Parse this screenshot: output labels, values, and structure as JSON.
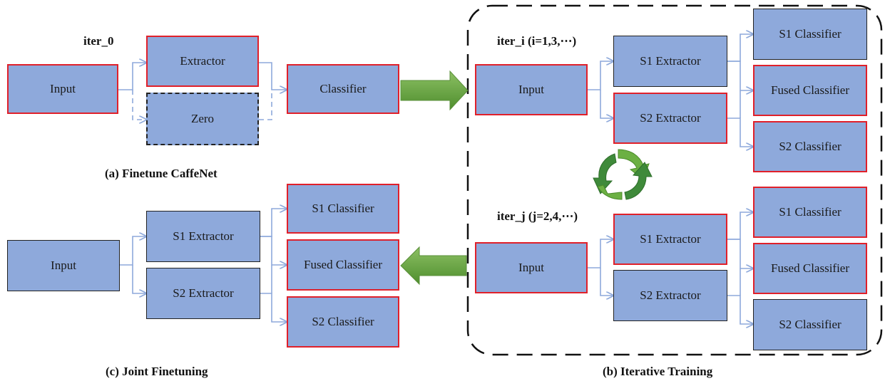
{
  "panel_a": {
    "iter_label": "iter_0",
    "caption": "(a) Finetune CaffeNet",
    "input": "Input",
    "extractor": "Extractor",
    "zero": "Zero",
    "classifier": "Classifier"
  },
  "panel_b": {
    "caption": "(b) Iterative Training",
    "iter_i": {
      "label": "iter_i (i=1,3,⋯)",
      "input": "Input",
      "s1_extractor": "S1 Extractor",
      "s2_extractor": "S2 Extractor",
      "s1_classifier": "S1 Classifier",
      "fused_classifier": "Fused Classifier",
      "s2_classifier": "S2 Classifier"
    },
    "iter_j": {
      "label": "iter_j (j=2,4,⋯)",
      "input": "Input",
      "s1_extractor": "S1 Extractor",
      "s2_extractor": "S2 Extractor",
      "s1_classifier": "S1 Classifier",
      "fused_classifier": "Fused Classifier",
      "s2_classifier": "S2 Classifier"
    }
  },
  "panel_c": {
    "caption": "(c) Joint Finetuning",
    "input": "Input",
    "s1_extractor": "S1 Extractor",
    "s2_extractor": "S2 Extractor",
    "s1_classifier": "S1 Classifier",
    "fused_classifier": "Fused Classifier",
    "s2_classifier": "S2 Classifier"
  },
  "colors": {
    "box_fill": "#8ea9db",
    "trainable_border": "#e0202a",
    "frozen_border": "#222222",
    "arrow_green": "#70ad47"
  }
}
